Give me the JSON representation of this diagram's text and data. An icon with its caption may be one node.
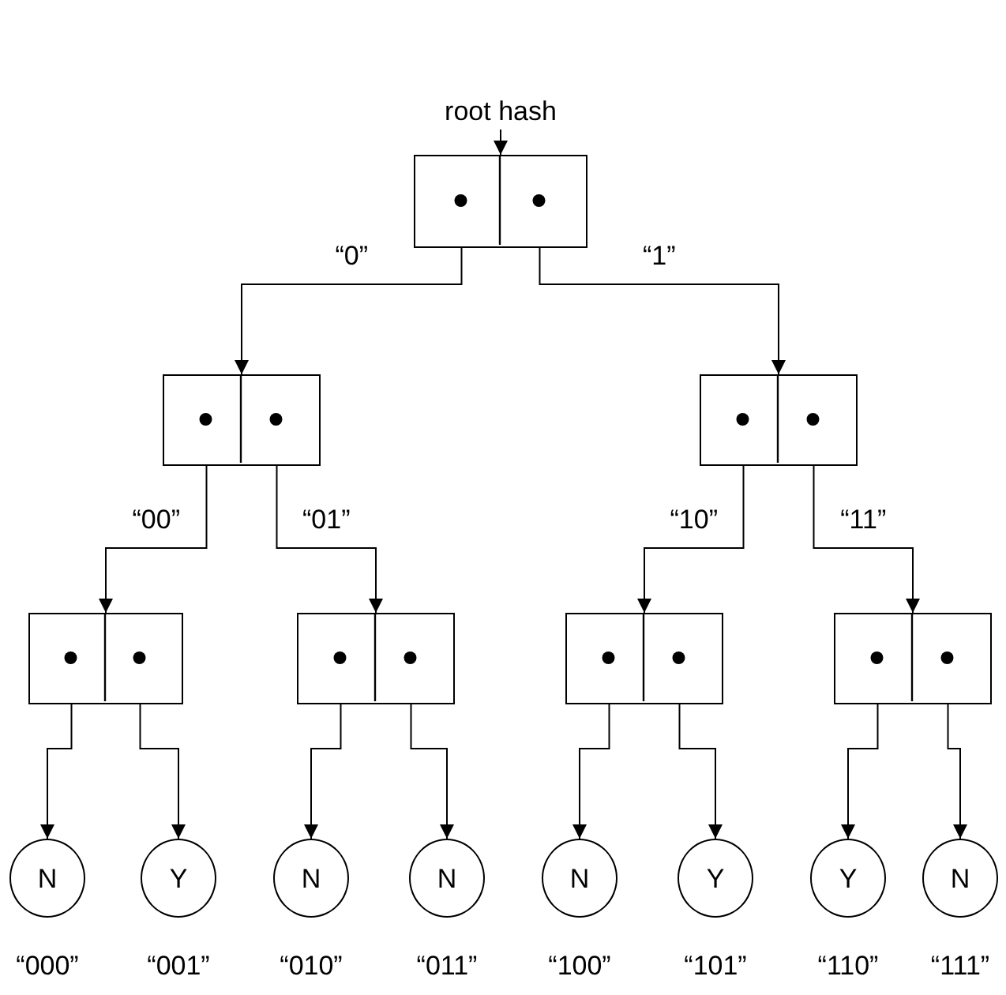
{
  "diagram": {
    "nodes": [
      {
        "text": [
          "root hash"
        ]
      },
      {
        "text": [],
        "shape": "box"
      },
      {
        "text": [],
        "shape": "box"
      },
      {
        "text": [],
        "shape": "box"
      },
      {
        "text": [],
        "shape": "box"
      },
      {
        "text": [],
        "shape": "box"
      },
      {
        "text": [],
        "shape": "box"
      },
      {
        "text": [],
        "shape": "box"
      },
      {
        "text": [
          "N"
        ],
        "beside": [
          "“000”"
        ]
      },
      {
        "text": [
          "Y"
        ],
        "beside": [
          "“001”"
        ]
      },
      {
        "text": [
          "N"
        ],
        "beside": [
          "“010”"
        ]
      },
      {
        "text": [
          "N"
        ],
        "beside": [
          "“011”"
        ]
      },
      {
        "text": [
          "N"
        ],
        "beside": [
          "“100”"
        ]
      },
      {
        "text": [
          "Y"
        ],
        "beside": [
          "“101”"
        ]
      },
      {
        "text": [
          "Y"
        ],
        "beside": [
          "“110”"
        ]
      },
      {
        "text": [
          "N"
        ],
        "beside": [
          "“111”"
        ]
      }
    ],
    "edges": [
      {
        "from": 0,
        "to": 1,
        "arrow": "to"
      },
      {
        "from": 1,
        "to": 2,
        "arrow": "to",
        "label": "“0”"
      },
      {
        "from": 1,
        "to": 3,
        "arrow": "to",
        "label": "“1”"
      },
      {
        "from": 2,
        "to": 4,
        "arrow": "to",
        "label": "“00”"
      },
      {
        "from": 2,
        "to": 5,
        "arrow": "to",
        "label": "“01”"
      },
      {
        "from": 3,
        "to": 6,
        "arrow": "to",
        "label": "“10”"
      },
      {
        "from": 3,
        "to": 7,
        "arrow": "to",
        "label": "“11”"
      },
      {
        "from": 4,
        "to": 8,
        "arrow": "to"
      },
      {
        "from": 4,
        "to": 9,
        "arrow": "to"
      },
      {
        "from": 5,
        "to": 10,
        "arrow": "to"
      },
      {
        "from": 5,
        "to": 11,
        "arrow": "to"
      },
      {
        "from": 6,
        "to": 12,
        "arrow": "to"
      },
      {
        "from": 6,
        "to": 13,
        "arrow": "to"
      },
      {
        "from": 7,
        "to": 14,
        "arrow": "to"
      },
      {
        "from": 7,
        "to": 15,
        "arrow": "to"
      }
    ]
  }
}
